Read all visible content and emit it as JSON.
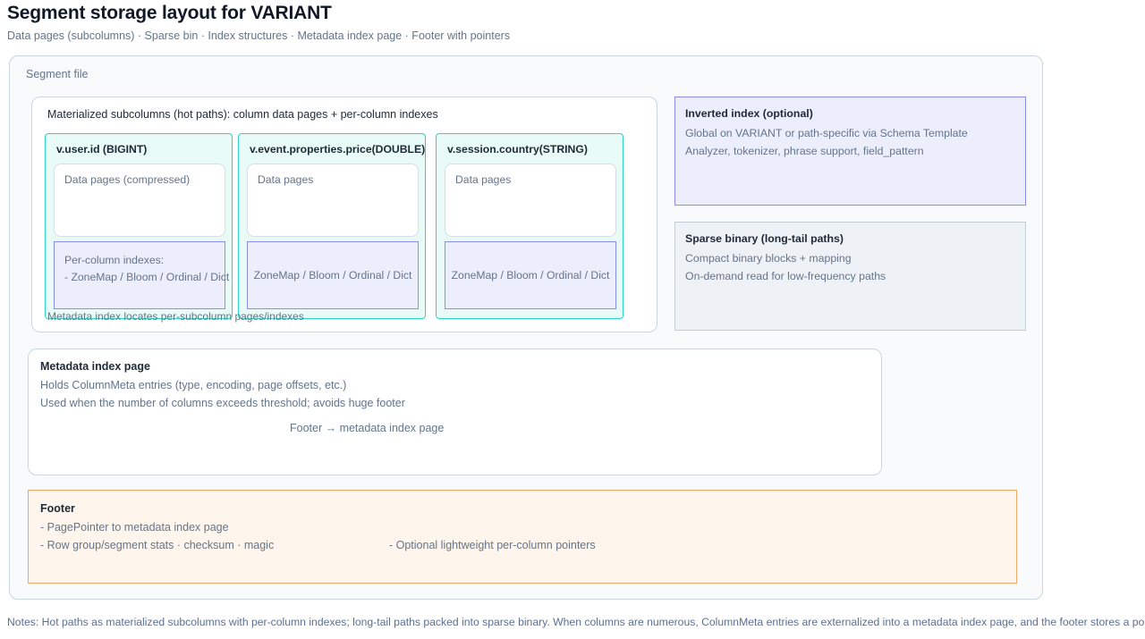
{
  "header": {
    "title": "Segment storage layout for VARIANT",
    "subtitle": "Data pages (subcolumns) · Sparse bin · Index structures · Metadata index page · Footer with pointers"
  },
  "segment_file": {
    "label": "Segment file"
  },
  "materialized": {
    "title": "Materialized subcolumns (hot paths): column data pages + per-column indexes",
    "caption": "Metadata index locates per-subcolumn pages/indexes",
    "subcolumns": [
      {
        "name": "v.user.id (BIGINT)",
        "data_pages": "Data pages (compressed)",
        "index_lines": [
          "Per-column indexes:",
          "- ZoneMap / Bloom / Ordinal / Dict"
        ]
      },
      {
        "name": "v.event.properties.price(DOUBLE)",
        "data_pages": "Data pages",
        "index_lines": [
          "ZoneMap / Bloom / Ordinal / Dict"
        ]
      },
      {
        "name": "v.session.country(STRING)",
        "data_pages": "Data pages",
        "index_lines": [
          "ZoneMap / Bloom / Ordinal / Dict"
        ]
      }
    ]
  },
  "inverted_index": {
    "title": "Inverted index (optional)",
    "line1": "Global on VARIANT or path-specific via Schema Template",
    "line2": "Analyzer, tokenizer, phrase support, field_pattern"
  },
  "sparse_binary": {
    "title": "Sparse binary (long-tail paths)",
    "line1": "Compact binary blocks + mapping",
    "line2": "On-demand read for low-frequency paths"
  },
  "metadata_index_page": {
    "title": "Metadata index page",
    "line1": "Holds ColumnMeta entries (type, encoding, page offsets, etc.)",
    "line2": "Used when the number of columns exceeds threshold; avoids huge footer",
    "pointer": "Footer → metadata index page"
  },
  "footer_box": {
    "title": "Footer",
    "line1": "- PagePointer to metadata index page",
    "line2": "- Row group/segment stats · checksum · magic",
    "right_note": "- Optional lightweight per-column pointers"
  },
  "notes": "Notes: Hot paths as materialized subcolumns with per-column indexes; long-tail paths packed into sparse binary. When columns are numerous, ColumnMeta entries are externalized into a metadata index page, and the footer stores a pointer.",
  "colors": {
    "accent_teal": "#2dd4bf",
    "accent_periwinkle": "#8b8cf0",
    "accent_orange": "#f0a868",
    "text_muted": "#64748b",
    "text_dark": "#1f2937"
  }
}
